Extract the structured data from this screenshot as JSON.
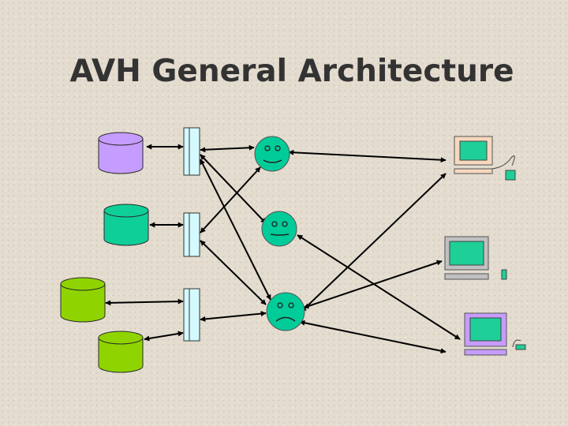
{
  "title": "AVH General Architecture",
  "colors": {
    "db_purple": "#c59cff",
    "db_teal": "#0fcf98",
    "db_green": "#8fd400",
    "gateway": "#d4faff",
    "face": "#00cc99",
    "terminal_screen": "#1ecf98",
    "monitor_peach": "#f7d7be",
    "monitor_gray": "#c0c0c0",
    "monitor_purple": "#c69cff"
  },
  "databases": [
    {
      "id": "db-1",
      "color": "#c59cff"
    },
    {
      "id": "db-2",
      "color": "#0fcf98"
    },
    {
      "id": "db-3",
      "color": "#8fd400"
    },
    {
      "id": "db-4",
      "color": "#8fd400"
    }
  ],
  "gateways": [
    "gateway-1",
    "gateway-2",
    "gateway-3"
  ],
  "agents": [
    {
      "id": "agent-happy",
      "mood": "happy"
    },
    {
      "id": "agent-neutral",
      "mood": "neutral"
    },
    {
      "id": "agent-sad",
      "mood": "sad"
    }
  ],
  "terminals": [
    {
      "id": "terminal-1",
      "style": "peach-monitor"
    },
    {
      "id": "terminal-2",
      "style": "gray-monitor"
    },
    {
      "id": "terminal-3",
      "style": "purple-monitor"
    }
  ]
}
